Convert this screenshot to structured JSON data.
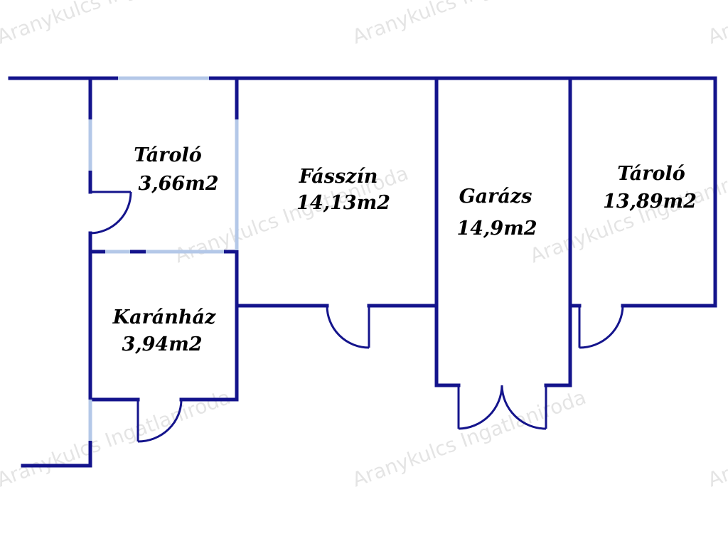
{
  "watermark": {
    "text": "Aranykulcs Ingatlaniroda"
  },
  "colors": {
    "wall": "#14148c",
    "window": "#b4c8e8",
    "label": "#000000",
    "background": "#ffffff"
  },
  "rooms": [
    {
      "name": "Tároló",
      "area": "3,66m2"
    },
    {
      "name": "Fásszín",
      "area": "14,13m2"
    },
    {
      "name": "Garázs",
      "area": "14,9m2"
    },
    {
      "name": "Tároló",
      "area": "13,89m2"
    },
    {
      "name": "Karánház",
      "area": "3,94m2"
    }
  ]
}
